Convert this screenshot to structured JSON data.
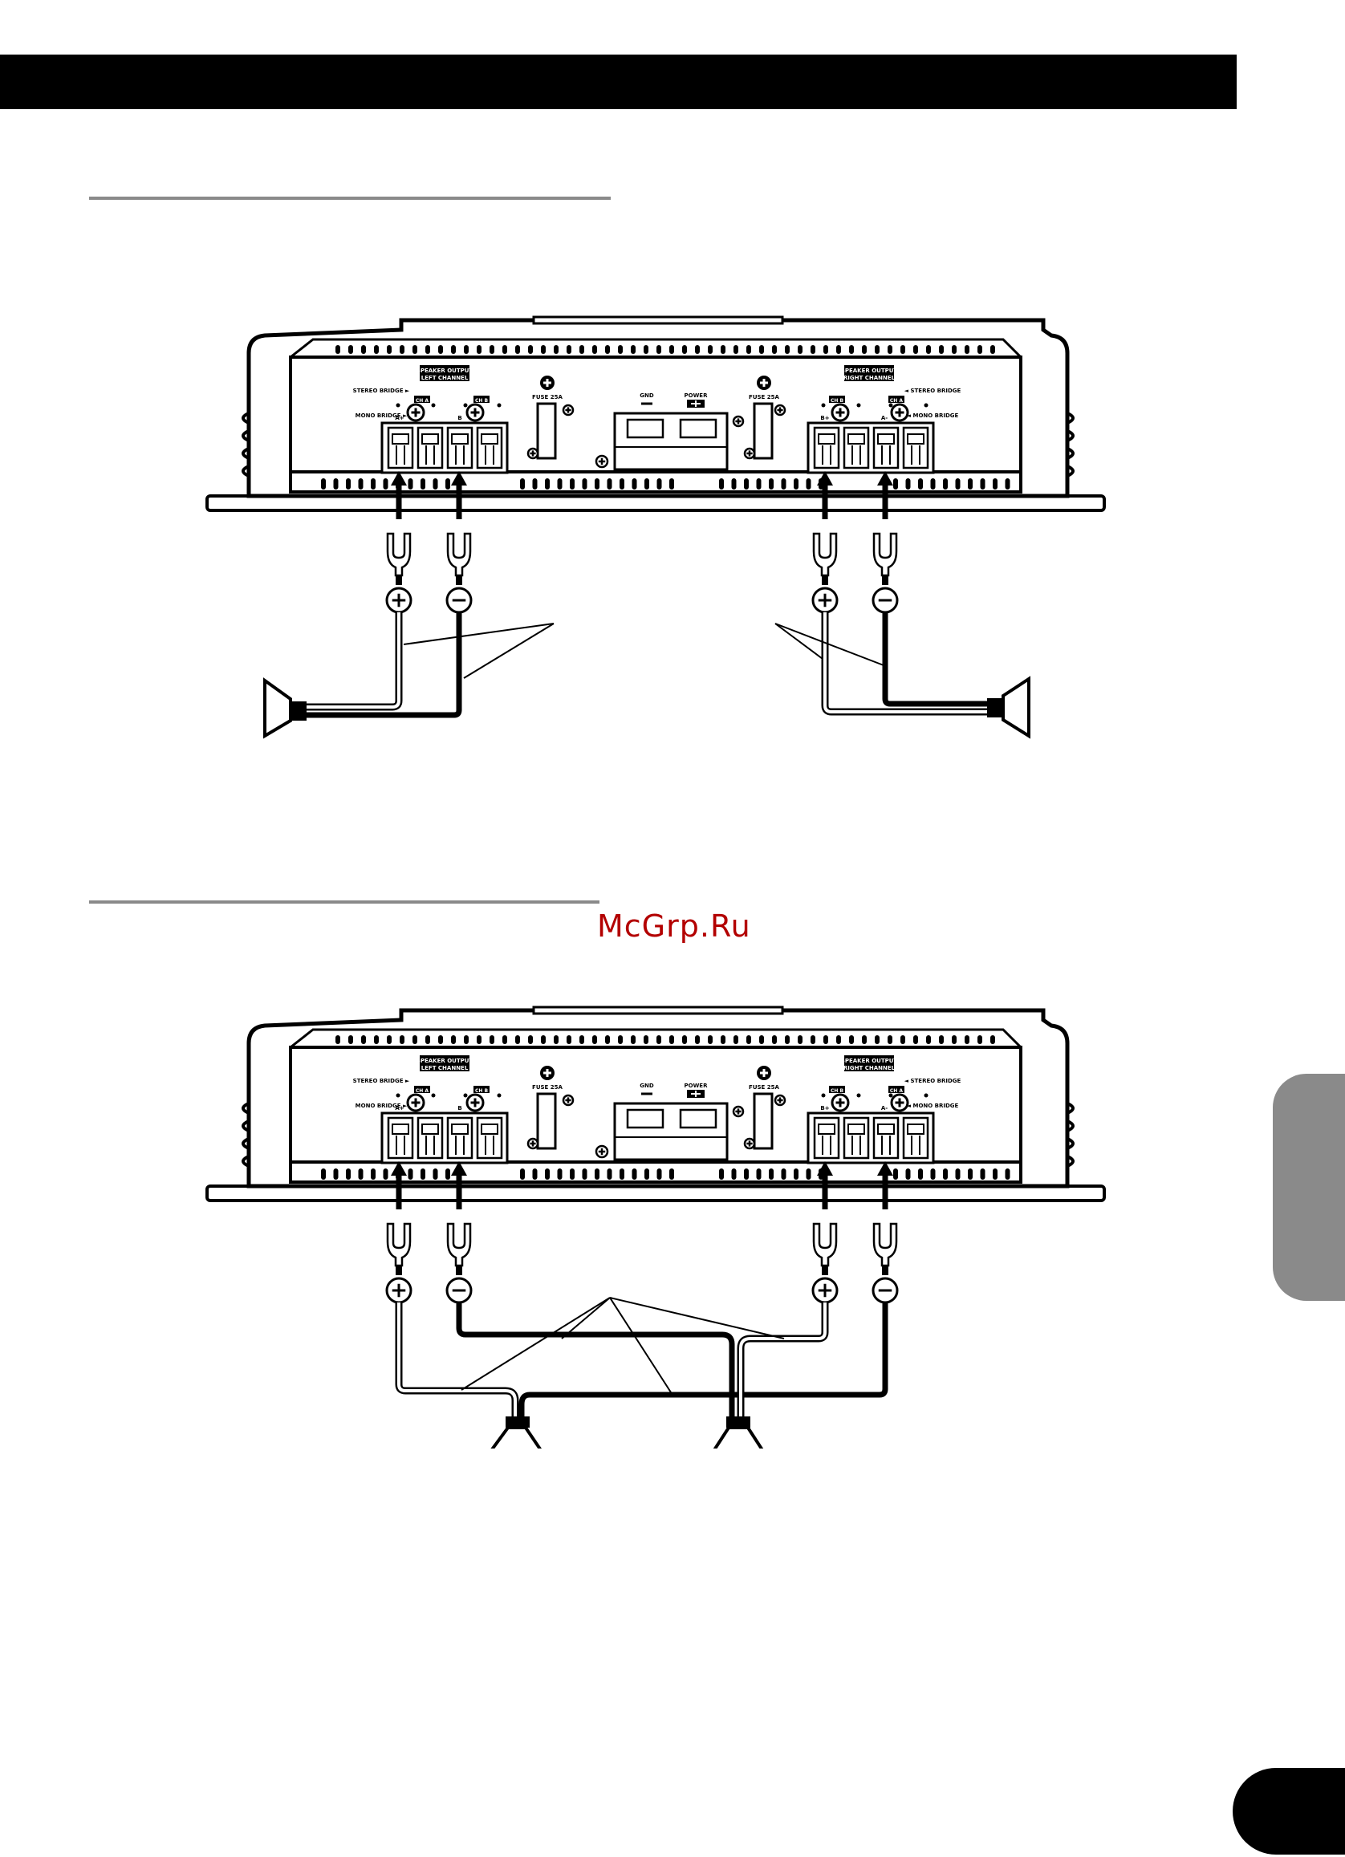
{
  "watermark": "McGrp.Ru",
  "amplifier": {
    "speaker_output_left": [
      "SPEAKER OUTPUT",
      "LEFT CHANNEL"
    ],
    "speaker_output_right": [
      "SPEAKER OUTPUT",
      "RIGHT CHANNEL"
    ],
    "stereo_bridge": "STEREO BRIDGE",
    "mono_bridge": "MONO BRIDGE",
    "ch_a": "CH A",
    "ch_b": "CH B",
    "fuse": "FUSE 25A",
    "gnd": "GND",
    "power": "POWER",
    "terminal_a_plus": "A+",
    "terminal_b_plus": "B+",
    "terminal_a_minus": "A-",
    "terminal_b": "B"
  },
  "colors": {
    "ink": "#000000",
    "rule": "#8a8a8a",
    "watermark": "#b30000",
    "paper": "#ffffff"
  },
  "icons": [
    "plus-terminal-icon",
    "minus-terminal-icon",
    "spade-connector-icon",
    "speaker-icon",
    "arrow-up-icon"
  ]
}
